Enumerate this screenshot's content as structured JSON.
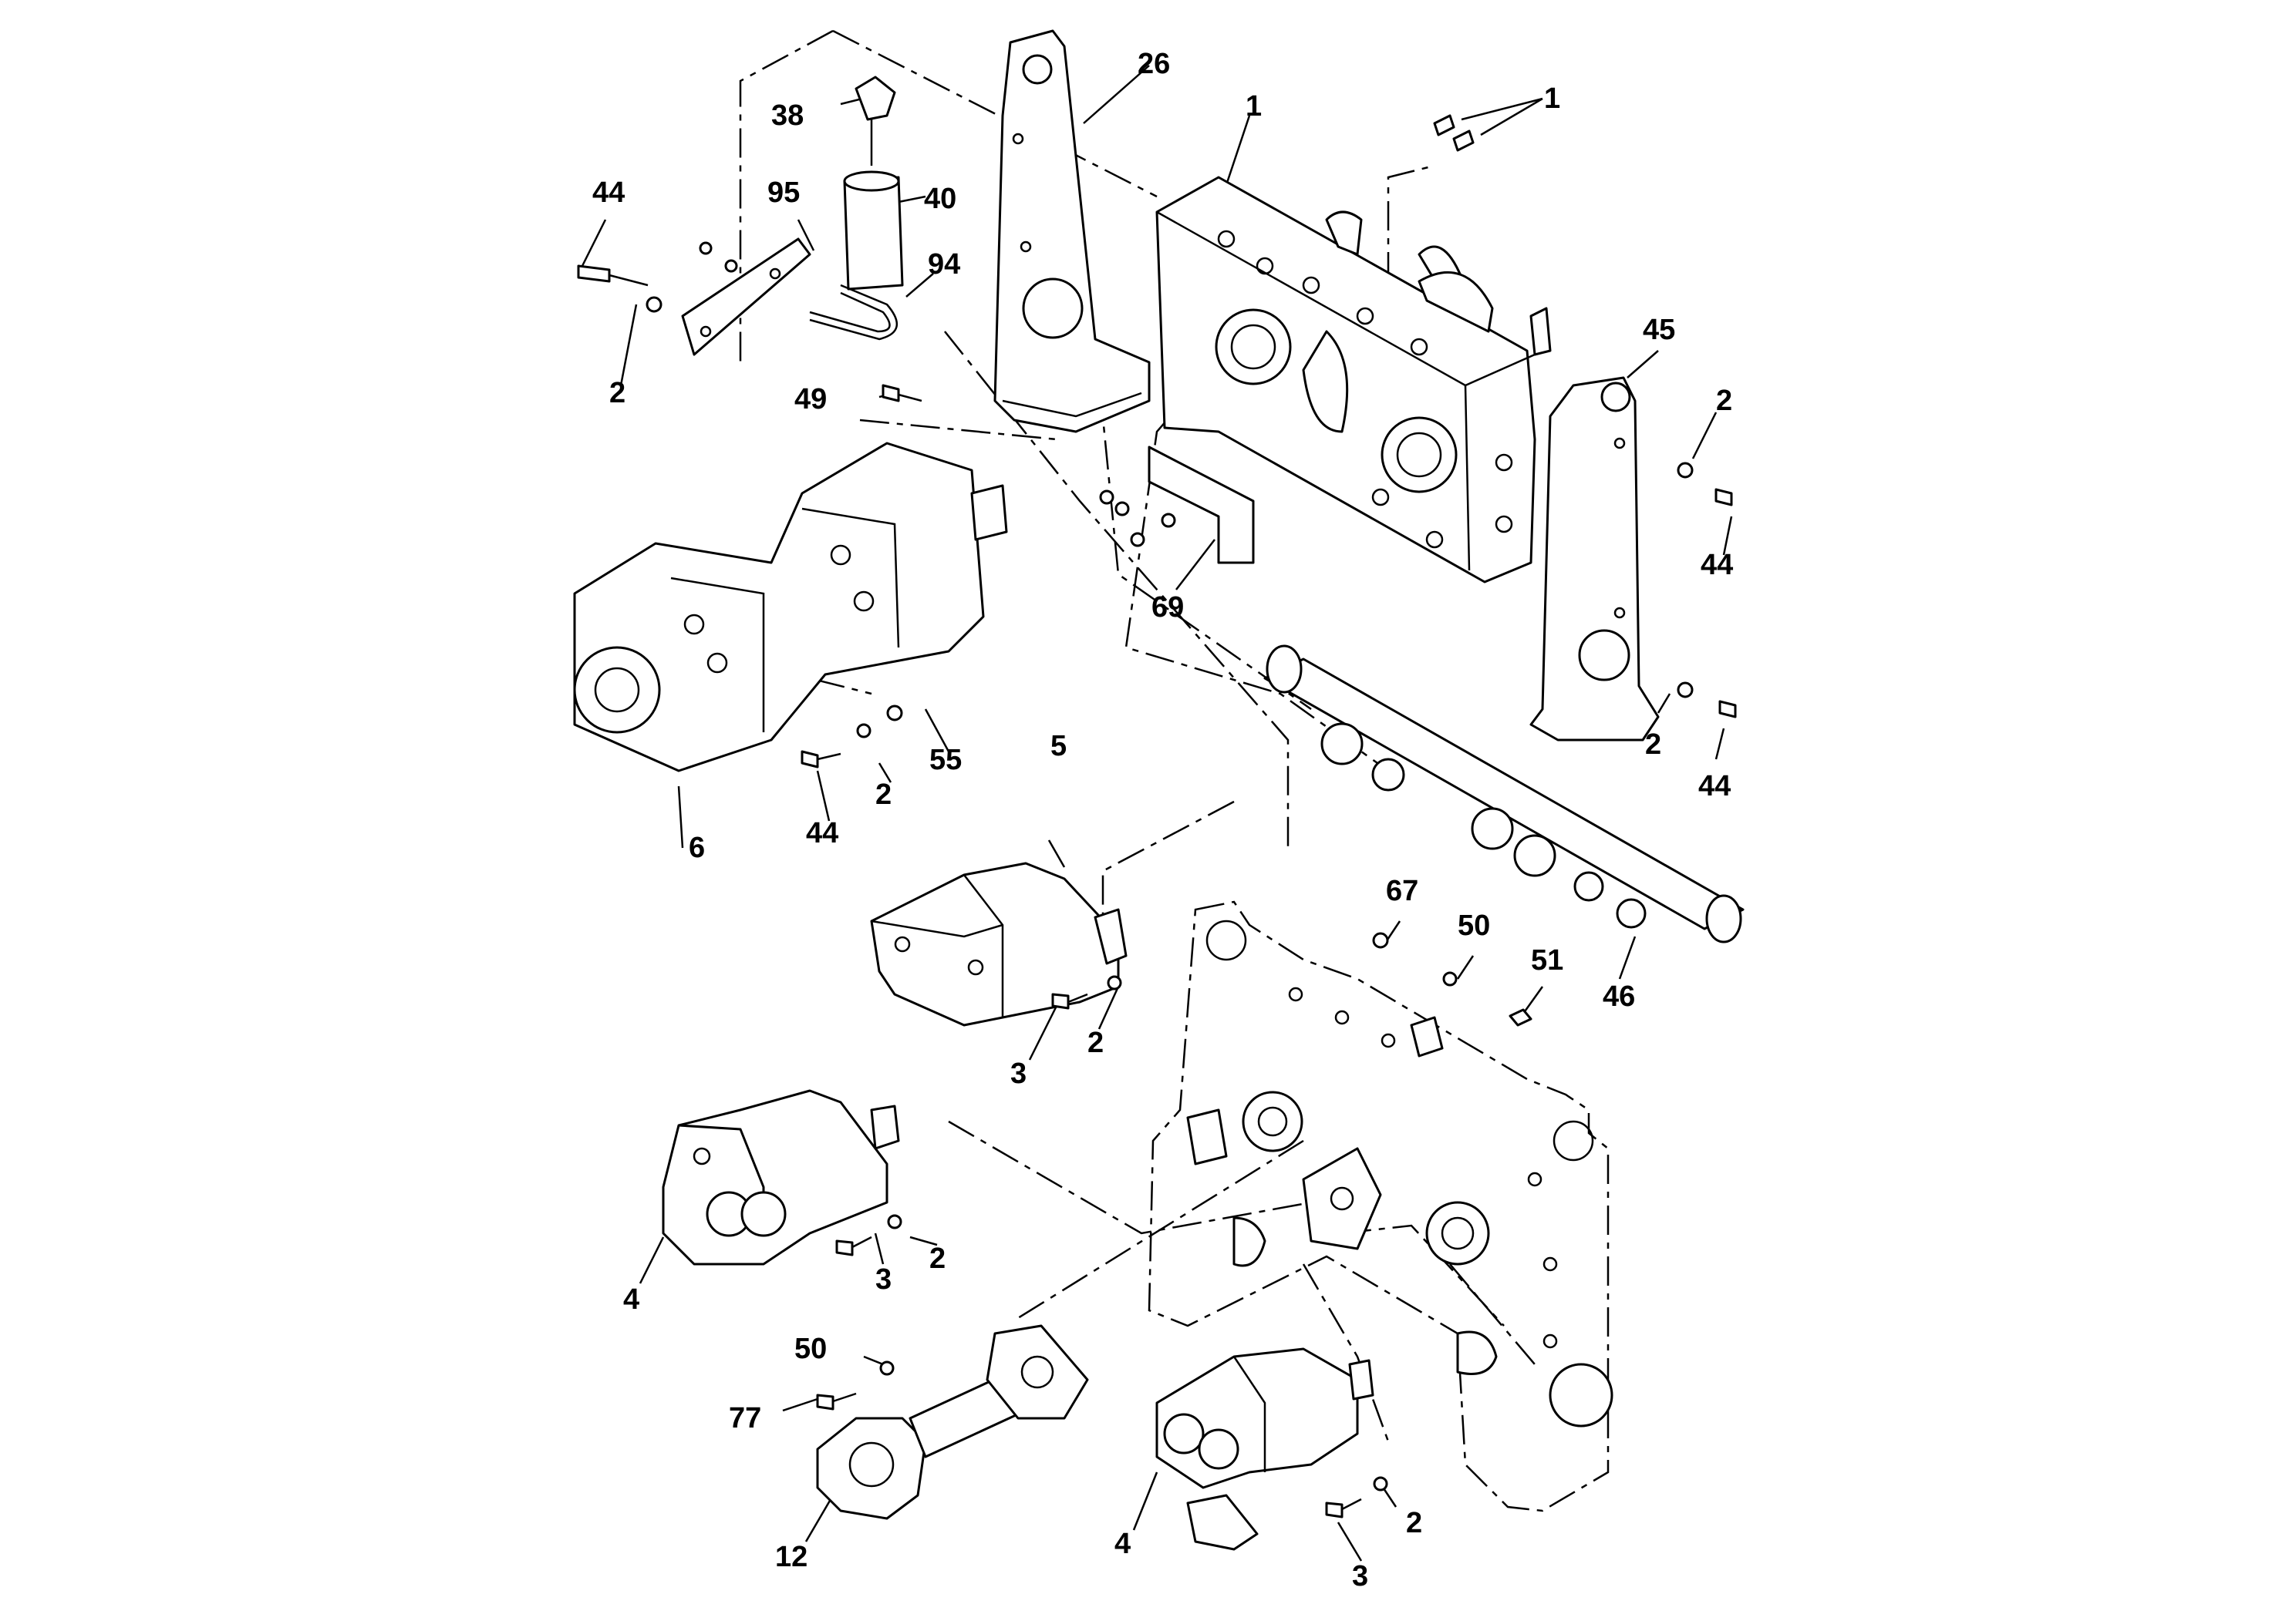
{
  "callouts": [
    {
      "id": "c26",
      "label": "26"
    },
    {
      "id": "c1a",
      "label": "1"
    },
    {
      "id": "c1b",
      "label": "1"
    },
    {
      "id": "c38",
      "label": "38"
    },
    {
      "id": "c40",
      "label": "40"
    },
    {
      "id": "c44a",
      "label": "44"
    },
    {
      "id": "c95",
      "label": "95"
    },
    {
      "id": "c94",
      "label": "94"
    },
    {
      "id": "c2a",
      "label": "2"
    },
    {
      "id": "c49",
      "label": "49"
    },
    {
      "id": "c45",
      "label": "45"
    },
    {
      "id": "c2b",
      "label": "2"
    },
    {
      "id": "c44b",
      "label": "44"
    },
    {
      "id": "c69",
      "label": "69"
    },
    {
      "id": "c2c",
      "label": "2"
    },
    {
      "id": "c44c",
      "label": "44"
    },
    {
      "id": "c55",
      "label": "55"
    },
    {
      "id": "c2d",
      "label": "2"
    },
    {
      "id": "c44d",
      "label": "44"
    },
    {
      "id": "c6",
      "label": "6"
    },
    {
      "id": "c5",
      "label": "5"
    },
    {
      "id": "c67",
      "label": "67"
    },
    {
      "id": "c50a",
      "label": "50"
    },
    {
      "id": "c51",
      "label": "51"
    },
    {
      "id": "c46",
      "label": "46"
    },
    {
      "id": "c3a",
      "label": "3"
    },
    {
      "id": "c2e",
      "label": "2"
    },
    {
      "id": "c2f",
      "label": "2"
    },
    {
      "id": "c3b",
      "label": "3"
    },
    {
      "id": "c4a",
      "label": "4"
    },
    {
      "id": "c50b",
      "label": "50"
    },
    {
      "id": "c77",
      "label": "77"
    },
    {
      "id": "c12",
      "label": "12"
    },
    {
      "id": "c4b",
      "label": "4"
    },
    {
      "id": "c2g",
      "label": "2"
    },
    {
      "id": "c3c",
      "label": "3"
    }
  ]
}
